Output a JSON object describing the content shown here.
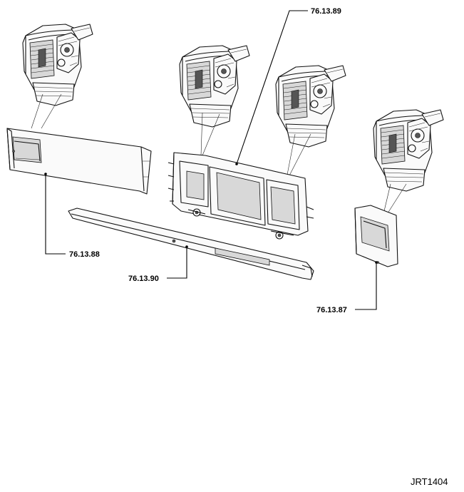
{
  "callouts": {
    "part_76_13_89": "76.13.89",
    "part_76_13_88": "76.13.88",
    "part_76_13_90": "76.13.90",
    "part_76_13_87": "76.13.87"
  },
  "reference_code": "JRT1404"
}
